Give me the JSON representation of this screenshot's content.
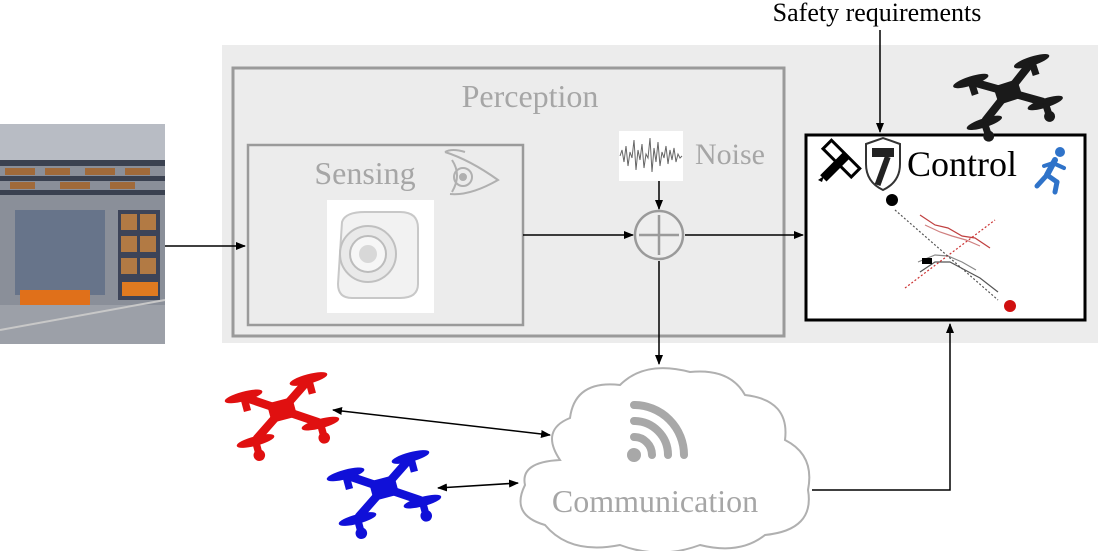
{
  "labels": {
    "safety": "Safety requirements",
    "perception": "Perception",
    "sensing": "Sensing",
    "noise": "Noise",
    "control": "Control",
    "communication": "Communication"
  },
  "colors": {
    "gray_panel": "#ececec",
    "box_gray": "#9a9a9a",
    "text_gray": "#a6a6a6",
    "arrow": "#000000",
    "drone_black": "#1a1a1a",
    "drone_red": "#e01010",
    "drone_blue": "#1010d8",
    "runner_blue": "#2f73c9",
    "cloud_gray": "#b0b0b0"
  },
  "icons": {
    "warehouse": "warehouse-photo",
    "camera": "camera-icon",
    "eye": "eye-icon",
    "noise": "noise-waveform-icon",
    "sum": "summation-node-icon",
    "tools": "ruler-pencil-icon",
    "hammer": "hammer-shield-icon",
    "runner": "running-person-icon",
    "wifi": "wifi-icon"
  }
}
